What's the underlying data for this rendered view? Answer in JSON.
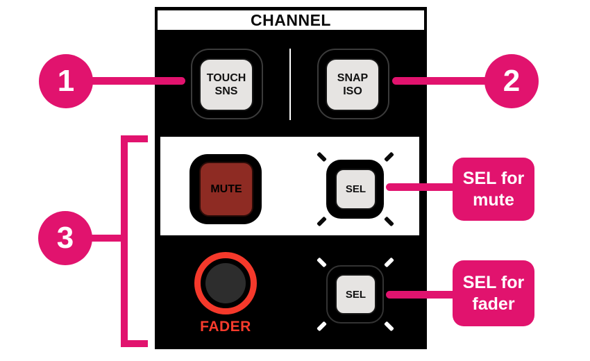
{
  "panel": {
    "header_label": "CHANNEL",
    "touch_sns": {
      "line1": "TOUCH",
      "line2": "SNS"
    },
    "snap_iso": {
      "line1": "SNAP",
      "line2": "ISO"
    },
    "mute_label": "MUTE",
    "sel_mute_label": "SEL",
    "sel_fader_label": "SEL",
    "fader_label": "FADER"
  },
  "annotations": {
    "callout1_number": "1",
    "callout2_number": "2",
    "callout3_number": "3",
    "sel_for_mute": {
      "line1": "SEL for",
      "line2": "mute"
    },
    "sel_for_fader": {
      "line1": "SEL for",
      "line2": "fader"
    }
  },
  "colors": {
    "annotation_pink": "#e1136e",
    "mute_red": "#8e2b23",
    "fader_red": "#f83b2c",
    "button_face_gray": "#e6e4e2",
    "panel_black": "#000000"
  }
}
